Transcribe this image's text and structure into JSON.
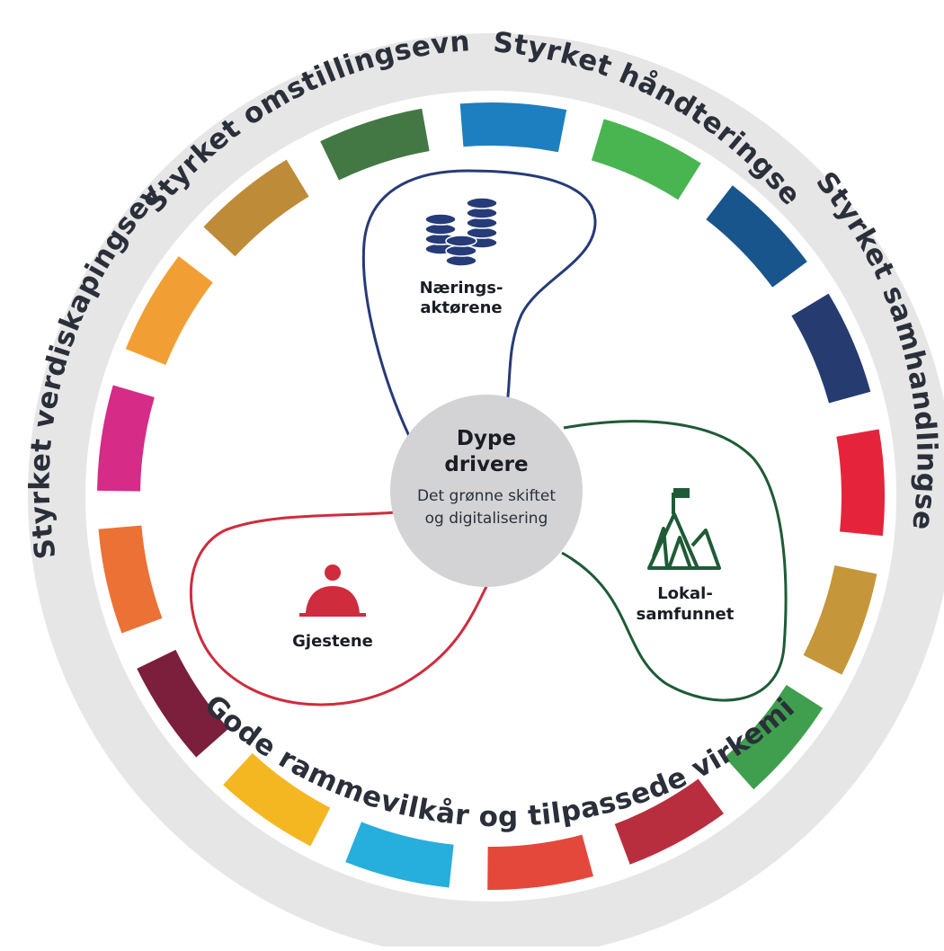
{
  "ring_labels": {
    "top_left": "Styrket omstillingsevne",
    "top_right": "Styrket håndteringsevne",
    "right": "Styrket samhandlingsevne",
    "left": "Styrket  verdiskapingsevne",
    "bottom": "Gode rammevilkår og tilpassede virkemidler"
  },
  "segment_colors": [
    "#e5243b",
    "#c5963a",
    "#3f9f4e",
    "#b92e3f",
    "#e4483a",
    "#26aedd",
    "#f4b722",
    "#7b1f3d",
    "#ec7135",
    "#d62b86",
    "#f19f35",
    "#be8b38",
    "#437845",
    "#1d7fbf",
    "#48b551",
    "#18558c",
    "#263c70"
  ],
  "center": {
    "title_line1": "Dype",
    "title_line2": "drivere",
    "subtitle_line1": "Det grønne skiftet",
    "subtitle_line2": "og digitalisering"
  },
  "actors": {
    "business": {
      "line1": "Nærings-",
      "line2": "aktørene",
      "icon": "coin-stacks-icon",
      "color": "#263b78"
    },
    "community": {
      "line1": "Lokal-",
      "line2": "samfunnet",
      "icon": "mountain-flag-icon",
      "color": "#1e5b36"
    },
    "guests": {
      "line1": "Gjestene",
      "icon": "person-icon",
      "color": "#cf2c3d"
    }
  }
}
